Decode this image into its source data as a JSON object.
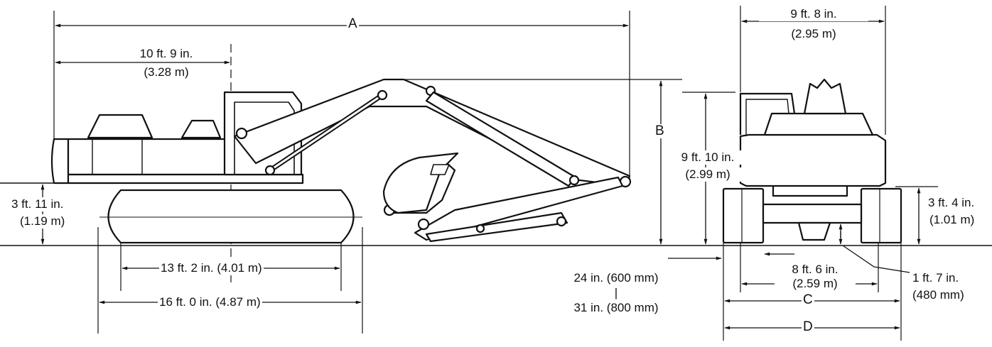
{
  "dimensions": {
    "overall_length": "A",
    "height_b": "B",
    "width_c": "C",
    "width_d": "D",
    "tail_swing_ft": "10 ft. 9 in.",
    "tail_swing_m": "(3.28 m)",
    "counterweight_clearance_ft": "3 ft. 11 in.",
    "counterweight_clearance_m": "(1.19 m)",
    "tumbler_distance": "13 ft. 2 in. (4.01 m)",
    "track_length": "16 ft. 0 in. (4.87 m)",
    "shoe_width_min": "24 in. (600 mm)",
    "shoe_width_sep": "|",
    "shoe_width_max": "31 in. (800 mm)",
    "upper_width_ft": "9 ft. 8 in.",
    "upper_width_m": "(2.95 m)",
    "cab_height_ft": "9 ft. 10 in.",
    "cab_height_m": "(2.99 m)",
    "track_height_ft": "3 ft. 4 in.",
    "track_height_m": "(1.01 m)",
    "gauge_ft": "8 ft. 6 in.",
    "gauge_m": "(2.59 m)",
    "ground_clearance_ft": "1 ft. 7 in.",
    "ground_clearance_m": "(480 mm)"
  }
}
